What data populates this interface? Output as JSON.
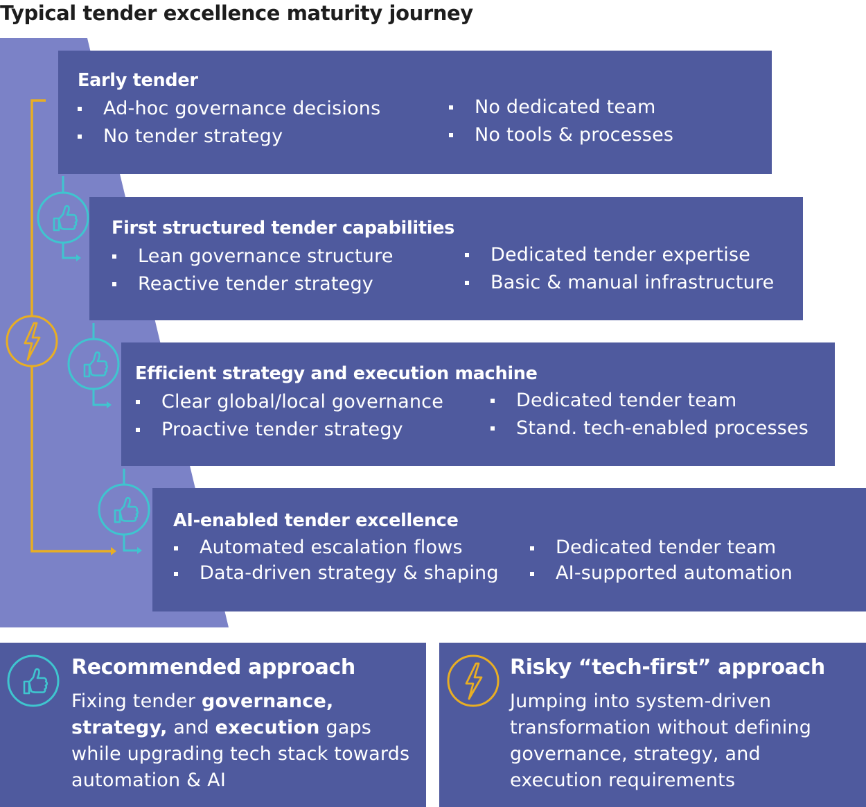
{
  "title": "Typical tender excellence maturity journey",
  "colors": {
    "box": "#4f5a9e",
    "staircase": "#7b82c7",
    "teal": "#3fc5cf",
    "yellow": "#e8ae24",
    "title_text": "#1d1d1d"
  },
  "stages": [
    {
      "title": "Early tender",
      "left_items": [
        "Ad-hoc governance decisions",
        "No tender strategy"
      ],
      "right_items": [
        "No dedicated team",
        "No tools & processes"
      ]
    },
    {
      "title": "First structured tender capabilities",
      "left_items": [
        "Lean governance structure",
        "Reactive tender strategy"
      ],
      "right_items": [
        "Dedicated tender expertise",
        "Basic & manual infrastructure"
      ]
    },
    {
      "title": "Efficient strategy and execution machine",
      "left_items": [
        "Clear global/local governance",
        "Proactive tender strategy"
      ],
      "right_items": [
        "Dedicated tender team",
        "Stand. tech-enabled processes"
      ]
    },
    {
      "title": "AI-enabled tender excellence",
      "left_items": [
        "Automated escalation flows",
        "Data-driven strategy & shaping"
      ],
      "right_items": [
        "Dedicated tender team",
        "AI-supported automation"
      ]
    }
  ],
  "recommended": {
    "title": "Recommended approach",
    "icon": "thumbs-up-icon",
    "text_parts": [
      {
        "text": "Fixing tender ",
        "bold": false
      },
      {
        "text": "governance,",
        "bold": true
      },
      {
        "text": " ",
        "bold": false
      },
      {
        "text": "strategy,",
        "bold": true
      },
      {
        "text": " and ",
        "bold": false
      },
      {
        "text": "execution",
        "bold": true
      },
      {
        "text": " gaps while upgrading tech stack towards automation & AI",
        "bold": false
      }
    ]
  },
  "risky": {
    "title": "Risky “tech-first” approach",
    "icon": "lightning-icon",
    "text": "Jumping into system-driven transformation without defining governance, strategy, and execution requirements"
  }
}
